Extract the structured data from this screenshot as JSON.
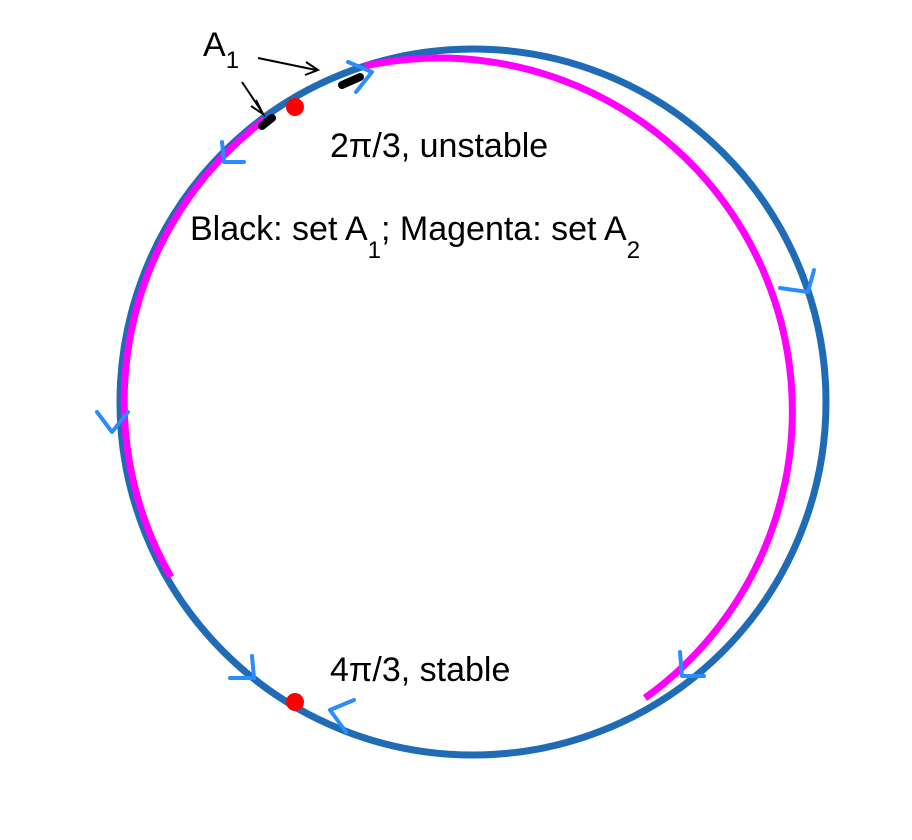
{
  "labels": {
    "a1_main": "A",
    "a1_sub": "1",
    "unstable_prefix": "2",
    "pi": "π",
    "unstable_suffix": "/3, unstable",
    "legend_black": "Black: set A",
    "legend_sub1": "1",
    "legend_mid": "; Magenta: set A",
    "legend_sub2": "2",
    "stable_prefix": "4",
    "stable_suffix": "/3, stable"
  },
  "colors": {
    "circle": "#1f6bb6",
    "set_a2": "#ff00ff",
    "set_a1": "#000000",
    "arrow": "#2a8cff",
    "equilibrium": "#ff0000"
  }
}
